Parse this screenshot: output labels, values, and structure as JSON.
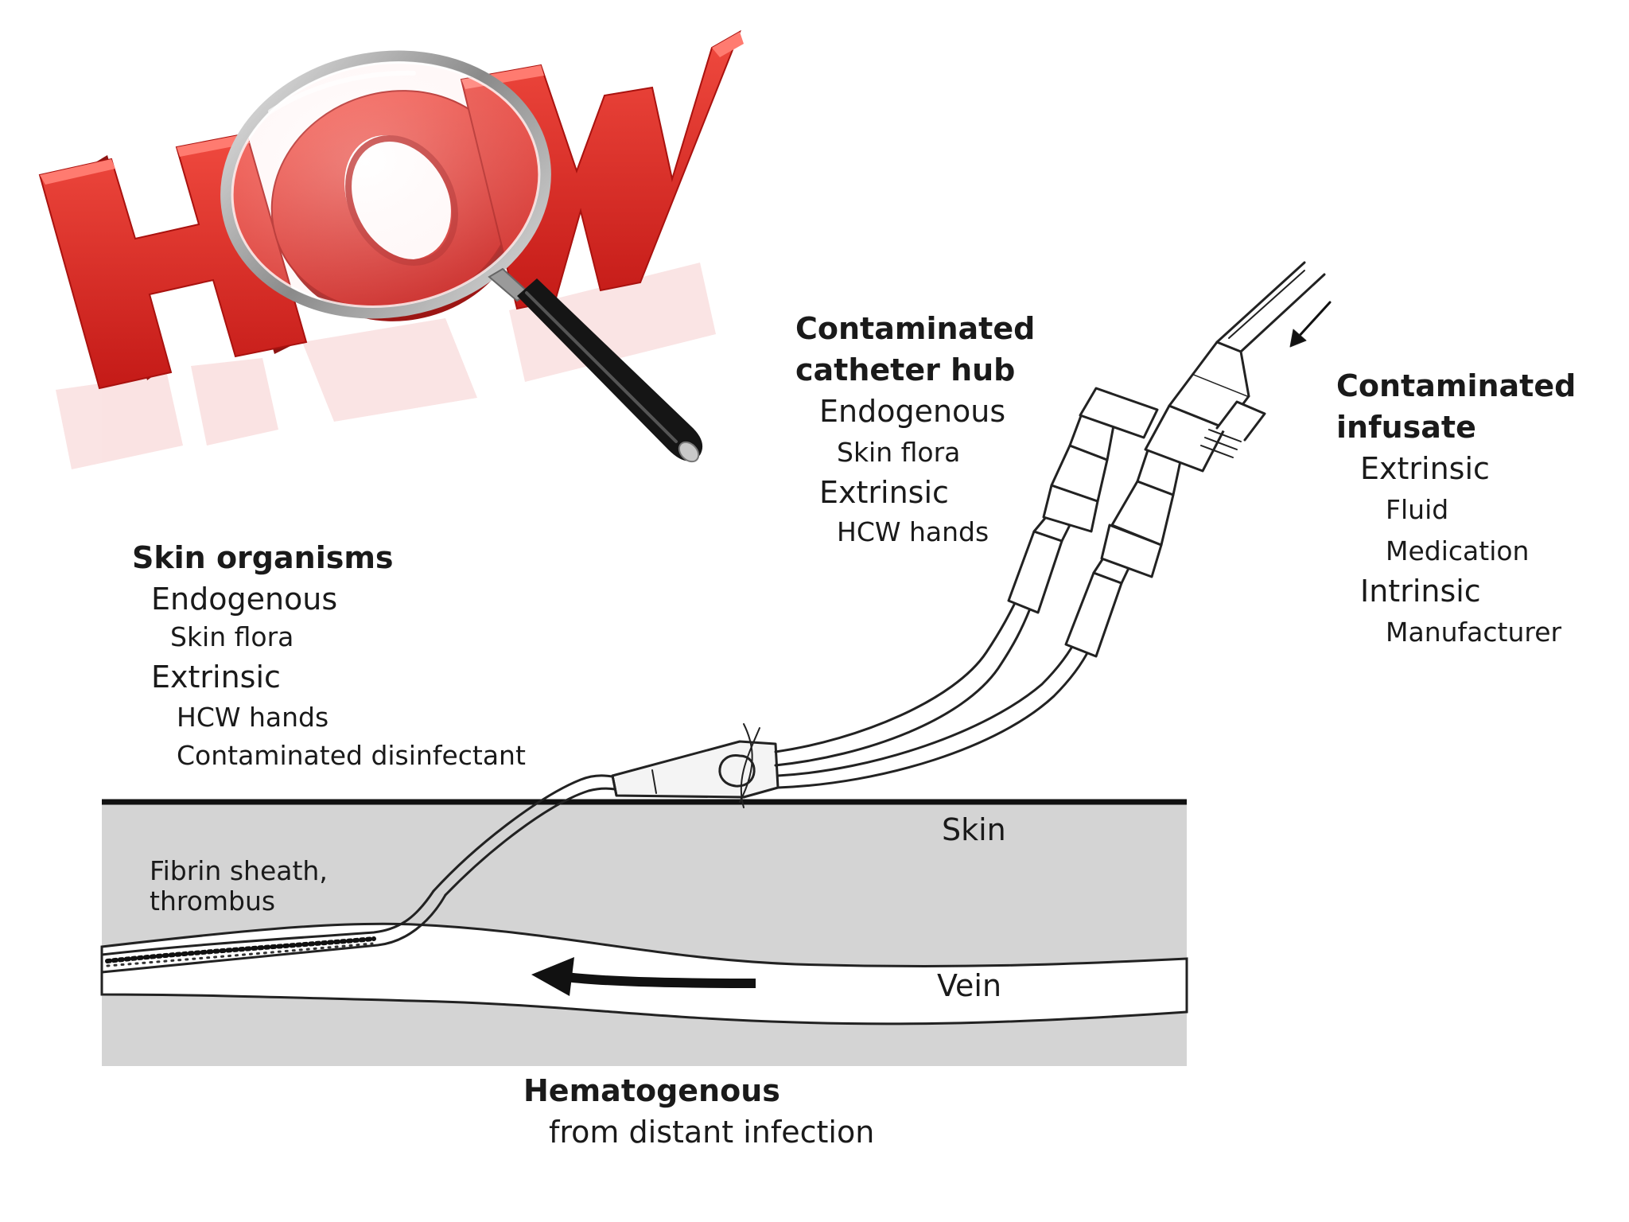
{
  "logo": {
    "text": "HOW"
  },
  "colors": {
    "logo_red": "#d9231f",
    "tissue_gray": "#d4d4d4",
    "line": "#111111"
  },
  "skin_organisms": {
    "title": "Skin organisms",
    "endogenous": "Endogenous",
    "endogenous_item": "Skin flora",
    "extrinsic": "Extrinsic",
    "extrinsic_items": [
      "HCW hands",
      "Contaminated  disinfectant"
    ]
  },
  "catheter_hub": {
    "title_line1": "Contaminated",
    "title_line2": "catheter  hub",
    "endogenous": "Endogenous",
    "endogenous_item": "Skin flora",
    "extrinsic": "Extrinsic",
    "extrinsic_item": "HCW hands"
  },
  "infusate": {
    "title_line1": "Contaminated",
    "title_line2": "infusate",
    "extrinsic": "Extrinsic",
    "extrinsic_items": [
      "Fluid",
      "Medication"
    ],
    "intrinsic": "Intrinsic",
    "intrinsic_item": "Manufacturer"
  },
  "tissue": {
    "skin_label": "Skin",
    "vein_label": "Vein",
    "fibrin_line1": "Fibrin sheath,",
    "fibrin_line2": "thrombus"
  },
  "hematogenous": {
    "title": "Hematogenous",
    "subtitle": "from distant infection"
  }
}
